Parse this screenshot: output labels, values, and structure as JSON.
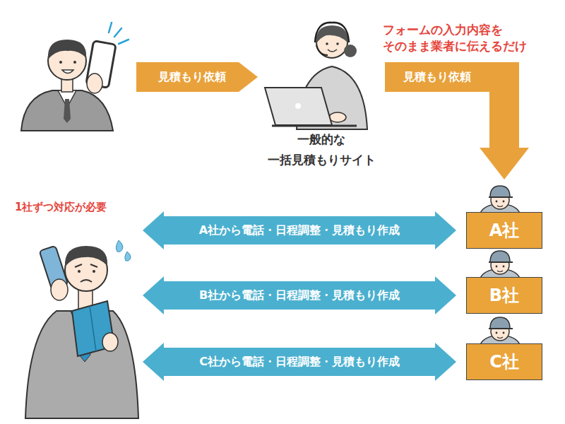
{
  "diagram": {
    "nodes": [
      {
        "text": [
          "一般的な 一括見積もりサイト"
        ]
      },
      {
        "text": [
          "1社ずつ対応が必要"
        ]
      },
      {
        "text": [
          "A社"
        ]
      },
      {
        "text": [
          "B社"
        ]
      },
      {
        "text": [
          "C社"
        ]
      }
    ],
    "edges": [
      {
        "from": 0,
        "to": 2,
        "arrow": "to",
        "label": "見積もり依頼"
      },
      {
        "from": 1,
        "to": 2,
        "arrow": "both",
        "label": "A社から電話・日程調整・見積もり作成"
      },
      {
        "from": 1,
        "to": 3,
        "arrow": "both",
        "label": "B社から電話・日程調整・見積もり作成"
      },
      {
        "from": 1,
        "to": 4,
        "arrow": "both",
        "label": "C社から電話・日程調整・見積もり作成"
      }
    ],
    "labels": [
      "見積もり依頼",
      "フォームの入力内容を そのまま業者に伝えるだけ"
    ]
  }
}
